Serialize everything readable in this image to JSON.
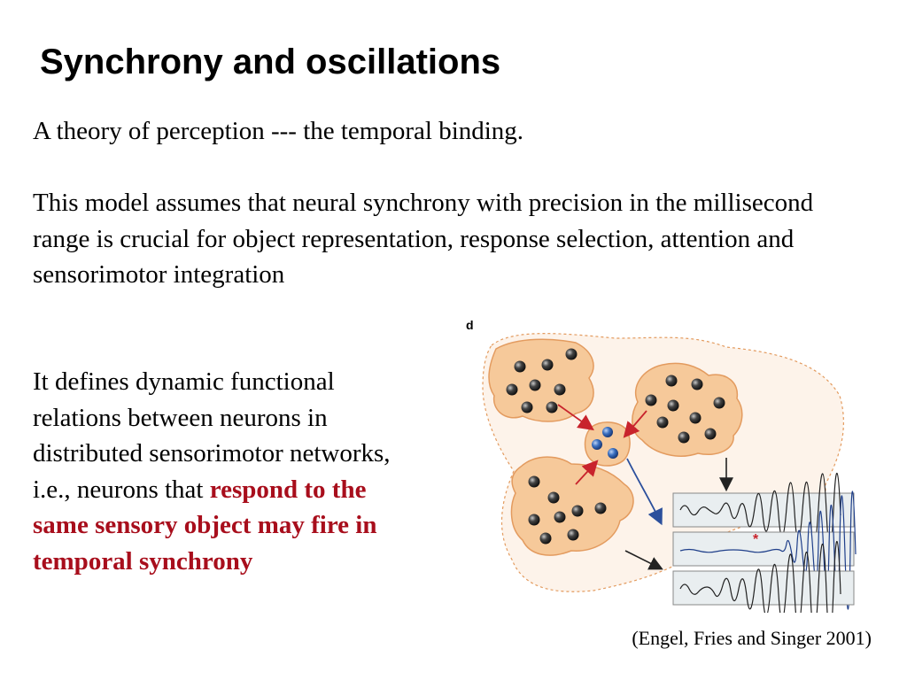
{
  "slide": {
    "title": "Synchrony and oscillations",
    "paragraph1": "A theory of perception --- the temporal binding.",
    "paragraph2": "This model assumes that neural synchrony with precision in the millisecond range is crucial for object representation, response selection, attention and sensorimotor integration",
    "paragraph3_plain": "It defines dynamic functional relations between neurons in distributed sensorimotor networks, i.e., neurons that ",
    "paragraph3_highlight": "respond to the same sensory object may fire in temporal synchrony",
    "caption": "(Engel, Fries and Singer 2001)"
  },
  "figure": {
    "panel_label": "d",
    "star": "*",
    "colors": {
      "cluster_fill": "#f6c99a",
      "cluster_stroke": "#e39b5f",
      "neuron": "#3a3a3a",
      "highlight_neuron": "#3a6fc0",
      "red_arrow": "#c8232c",
      "blue_arrow": "#2b4f9c",
      "trace_blue": "#1f3f8a",
      "highlight_text": "#a80e1c"
    }
  }
}
